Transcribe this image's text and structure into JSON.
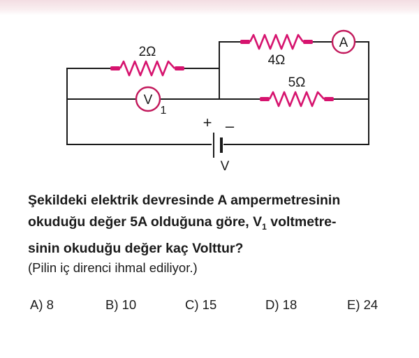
{
  "circuit": {
    "resistors": [
      {
        "id": "r1",
        "label": "2Ω"
      },
      {
        "id": "r2",
        "label": "4Ω"
      },
      {
        "id": "r3",
        "label": "5Ω"
      }
    ],
    "ammeter": {
      "letter": "A"
    },
    "voltmeter": {
      "letter": "V",
      "subscript": "1"
    },
    "battery": {
      "plus": "+",
      "minus": "–",
      "label": "V"
    },
    "colors": {
      "component": "#d6136e",
      "wire": "#1a1a1a",
      "meter_ring": "#c2185b"
    }
  },
  "question": {
    "line1": "Şekildeki elektrik devresinde A ampermetresinin",
    "line2_pre": "okuduğu değer 5A olduğuna göre, V",
    "line2_sub": "1",
    "line2_post": " voltmetre-",
    "line3": "sinin okuduğu değer kaç Volttur?",
    "note": "(Pilin iç direnci ihmal ediliyor.)"
  },
  "options": [
    {
      "key": "A",
      "text": "A) 8"
    },
    {
      "key": "B",
      "text": "B) 10"
    },
    {
      "key": "C",
      "text": "C) 15"
    },
    {
      "key": "D",
      "text": "D) 18"
    },
    {
      "key": "E",
      "text": "E) 24"
    }
  ]
}
